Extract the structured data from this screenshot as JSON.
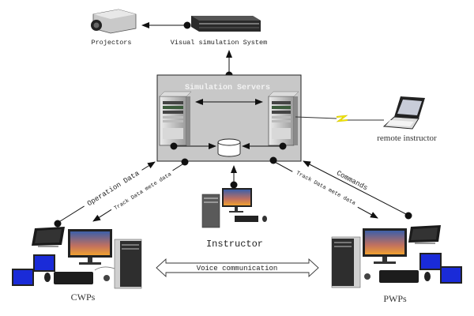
{
  "diagram": {
    "nodes": {
      "projectors": {
        "label": "Projectors"
      },
      "visual_system": {
        "label": "Visual simulation System"
      },
      "servers": {
        "label": "Simulation  Servers"
      },
      "remote_instructor": {
        "label": "remote instructor"
      },
      "instructor": {
        "label": "Instructor"
      },
      "cwps": {
        "label": "CWPs"
      },
      "pwps": {
        "label": "PWPs"
      }
    },
    "links": {
      "operation_data": {
        "label": "Operation Data",
        "from": "CWPs",
        "to": "Simulation Servers"
      },
      "track_left": {
        "label": "Track Data mete data",
        "from": "Simulation Servers",
        "to": "CWPs"
      },
      "commands": {
        "label": "Commands",
        "from": "PWPs",
        "to": "Simulation Servers"
      },
      "track_right": {
        "label": "Track Data mete data",
        "from": "Simulation Servers",
        "to": "PWPs"
      },
      "voice": {
        "label": "Voice  communication",
        "between": [
          "CWPs",
          "PWPs"
        ]
      }
    },
    "colors": {
      "server_box": "#c8c8c8",
      "line": "#111111",
      "lightning": "#f2e600",
      "screen_blue": "#1a2bd8"
    }
  }
}
